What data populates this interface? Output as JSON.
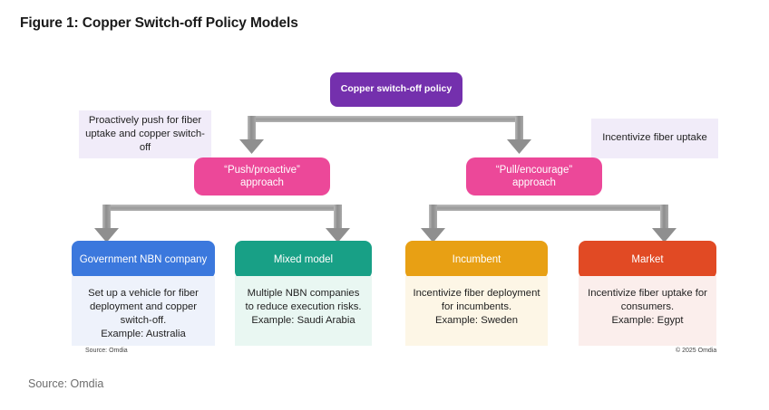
{
  "figure": {
    "title": "Figure 1: Copper Switch-off Policy Models",
    "source_footer": "Source: Omdia",
    "inline_source": "Source: Omdia",
    "copyright": "© 2025 Omdia"
  },
  "colors": {
    "root": "#7430ad",
    "mid": "#ec4899",
    "blue": "#3b78dd",
    "teal": "#18a086",
    "amber": "#e8a014",
    "red": "#e14a24",
    "annotation_bg": "#f1ecf9",
    "arrow": "#8f8f8f",
    "title_text": "#1a1a1a",
    "footer_text": "#6e6e6e"
  },
  "chart_data": {
    "type": "diagram",
    "title": "Figure 1: Copper Switch-off Policy Models",
    "root": "Copper switch-off policy",
    "branches": [
      {
        "label": "“Push/proactive” approach",
        "annotation": "Proactively push for fiber uptake and copper switch-off",
        "children": [
          {
            "label": "Government NBN company",
            "body": "Set up a vehicle for fiber deployment and copper switch-off.\nExample: Australia",
            "color": "#3b78dd"
          },
          {
            "label": "Mixed model",
            "body": "Multiple NBN companies to reduce execution risks.\nExample: Saudi Arabia",
            "color": "#18a086"
          }
        ]
      },
      {
        "label": "“Pull/encourage” approach",
        "annotation": "Incentivize fiber uptake",
        "children": [
          {
            "label": "Incumbent",
            "body": "Incentivize fiber deployment for incumbents.\nExample: Sweden",
            "color": "#e8a014"
          },
          {
            "label": "Market",
            "body": "Incentivize fiber uptake for consumers.\nExample: Egypt",
            "color": "#e14a24"
          }
        ]
      }
    ]
  },
  "nodes": {
    "root": "Copper switch-off policy",
    "mid_left": "“Push/proactive”\napproach",
    "mid_left_line1": "“Push/proactive”",
    "mid_left_line2": "approach",
    "mid_right_line1": "“Pull/encourage”",
    "mid_right_line2": "approach",
    "leaf_blue": "Government NBN company",
    "leaf_teal": "Mixed model",
    "leaf_amber": "Incumbent",
    "leaf_red": "Market"
  },
  "panels": {
    "blue": "Set up a vehicle for fiber deployment and copper switch-off.\nExample: Australia",
    "teal": "Multiple NBN companies to reduce execution risks.\nExample: Saudi Arabia",
    "amber": "Incentivize fiber deployment for incumbents.\nExample: Sweden",
    "red": "Incentivize fiber uptake for consumers.\nExample: Egypt"
  },
  "annotations": {
    "left": "Proactively push for fiber uptake and copper switch-off",
    "right": "Incentivize fiber uptake"
  }
}
